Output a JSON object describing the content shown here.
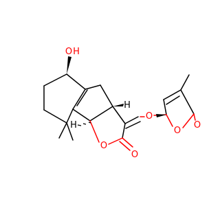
{
  "molecule": {
    "atom_labels": {
      "hydroxyl_oxygen": "O",
      "hydroxyl_hydrogen": "H",
      "lactone_ring_oxygen": "O",
      "lactone_carbonyl_oxygen": "O",
      "enol_ether_oxygen": "O",
      "butenolide_ring_oxygen": "O",
      "butenolide_carbonyl_oxygen": "O",
      "stereo_hydrogen_top": "H",
      "stereo_hydrogen_bottom": "H"
    },
    "colors": {
      "bond": "#000000",
      "heteroatom_oxygen": "#ff0000",
      "background": "#ffffff"
    }
  }
}
